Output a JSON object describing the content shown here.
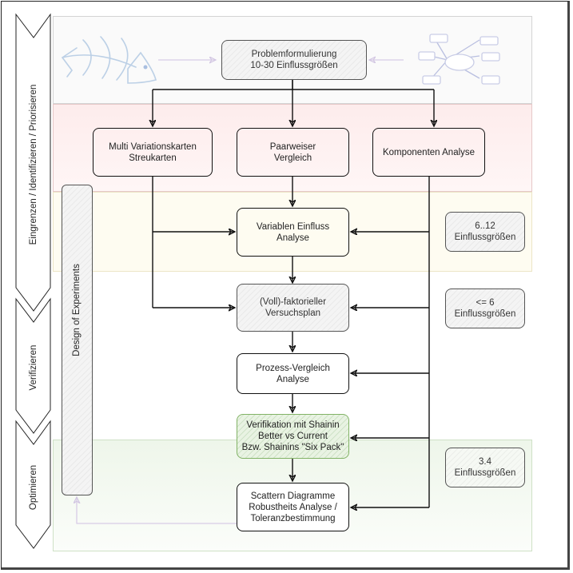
{
  "phases": [
    {
      "id": "narrow",
      "label": "Eingrenzen / Identifizieren / Priorisieren"
    },
    {
      "id": "verify",
      "label": "Verifizieren"
    },
    {
      "id": "optimize",
      "label": "Optimieren"
    }
  ],
  "side_bar": {
    "label": "Design of Experiments"
  },
  "nodes": {
    "problem": "Problemformulierung\n10-30 Einflussgrößen",
    "multi_var": "Multi Variationskarten\nStreukarten",
    "paired": "Paarweiser\nVergleich",
    "component": "Komponenten Analyse",
    "variable": "Variablen Einfluss\nAnalyse",
    "factorial": "(Voll)-faktorieller\nVersuchsplan",
    "process": "Prozess-Vergleich\nAnalyse",
    "verification": "Verifikation mit Shainin\nBetter vs Current\nBzw. Shainins \"Six Pack\"",
    "scatter": "Scattern Diagramme\nRobustheits Analyse /\nToleranzbestimmung"
  },
  "counts": {
    "c612": "6..12\nEinflussgrößen",
    "c6": "<= 6\nEinflussgrößen",
    "c34": "3.4\nEinflussgrößen"
  },
  "icons": {
    "left": "fishbone-diagram-icon",
    "right": "mind-map-icon"
  },
  "colors": {
    "band_top": "#fafafa",
    "band_red": "#fdeeee",
    "band_yellow": "#fefcf1",
    "band_green": "#f2f8ef",
    "green_border": "#82b366",
    "faint_arrow": "#d8cce6"
  }
}
